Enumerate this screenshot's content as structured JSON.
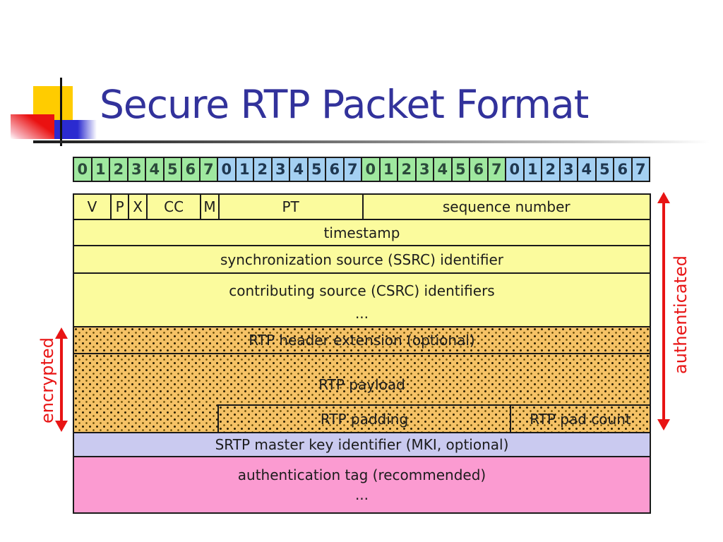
{
  "slide": {
    "title": "Secure RTP Packet Format"
  },
  "bit_row": {
    "digits": [
      "0",
      "1",
      "2",
      "3",
      "4",
      "5",
      "6",
      "7",
      "0",
      "1",
      "2",
      "3",
      "4",
      "5",
      "6",
      "7",
      "0",
      "1",
      "2",
      "3",
      "4",
      "5",
      "6",
      "7",
      "0",
      "1",
      "2",
      "3",
      "4",
      "5",
      "6",
      "7"
    ]
  },
  "packet": {
    "header_fields": [
      {
        "label": "V",
        "span": 2
      },
      {
        "label": "P",
        "span": 1
      },
      {
        "label": "X",
        "span": 1
      },
      {
        "label": "CC",
        "span": 3
      },
      {
        "label": "M",
        "span": 1
      },
      {
        "label": "PT",
        "span": 8
      },
      {
        "label": "sequence number",
        "span": 16
      }
    ],
    "rows": {
      "timestamp": "timestamp",
      "ssrc": "synchronization source (SSRC) identifier",
      "csrc_line1": "contributing source (CSRC) identifiers",
      "csrc_line2": "...",
      "extension": "RTP header extension (optional)",
      "payload": "RTP payload",
      "padding": "RTP padding",
      "pad_count": "RTP pad count",
      "mki": "SRTP master key identifier (MKI, optional)",
      "auth_line1": "authentication tag (recommended)",
      "auth_line2": "..."
    }
  },
  "annotations": {
    "left": "encrypted",
    "right": "authenticated"
  },
  "colors": {
    "title": "#32329b",
    "bit_green": "#9fe89f",
    "bit_blue": "#a4d0f2",
    "yellow": "#fbfb9d",
    "orange": "#f5c266",
    "lavender": "#cacaf0",
    "pink": "#fb9bd1",
    "red": "#e81414",
    "border": "#1a1a1a",
    "text": "#1c1c1c",
    "decor_yellow": "#ffcc00",
    "decor_blue": "#2b2bd0",
    "decor_red": "#ea1111"
  }
}
